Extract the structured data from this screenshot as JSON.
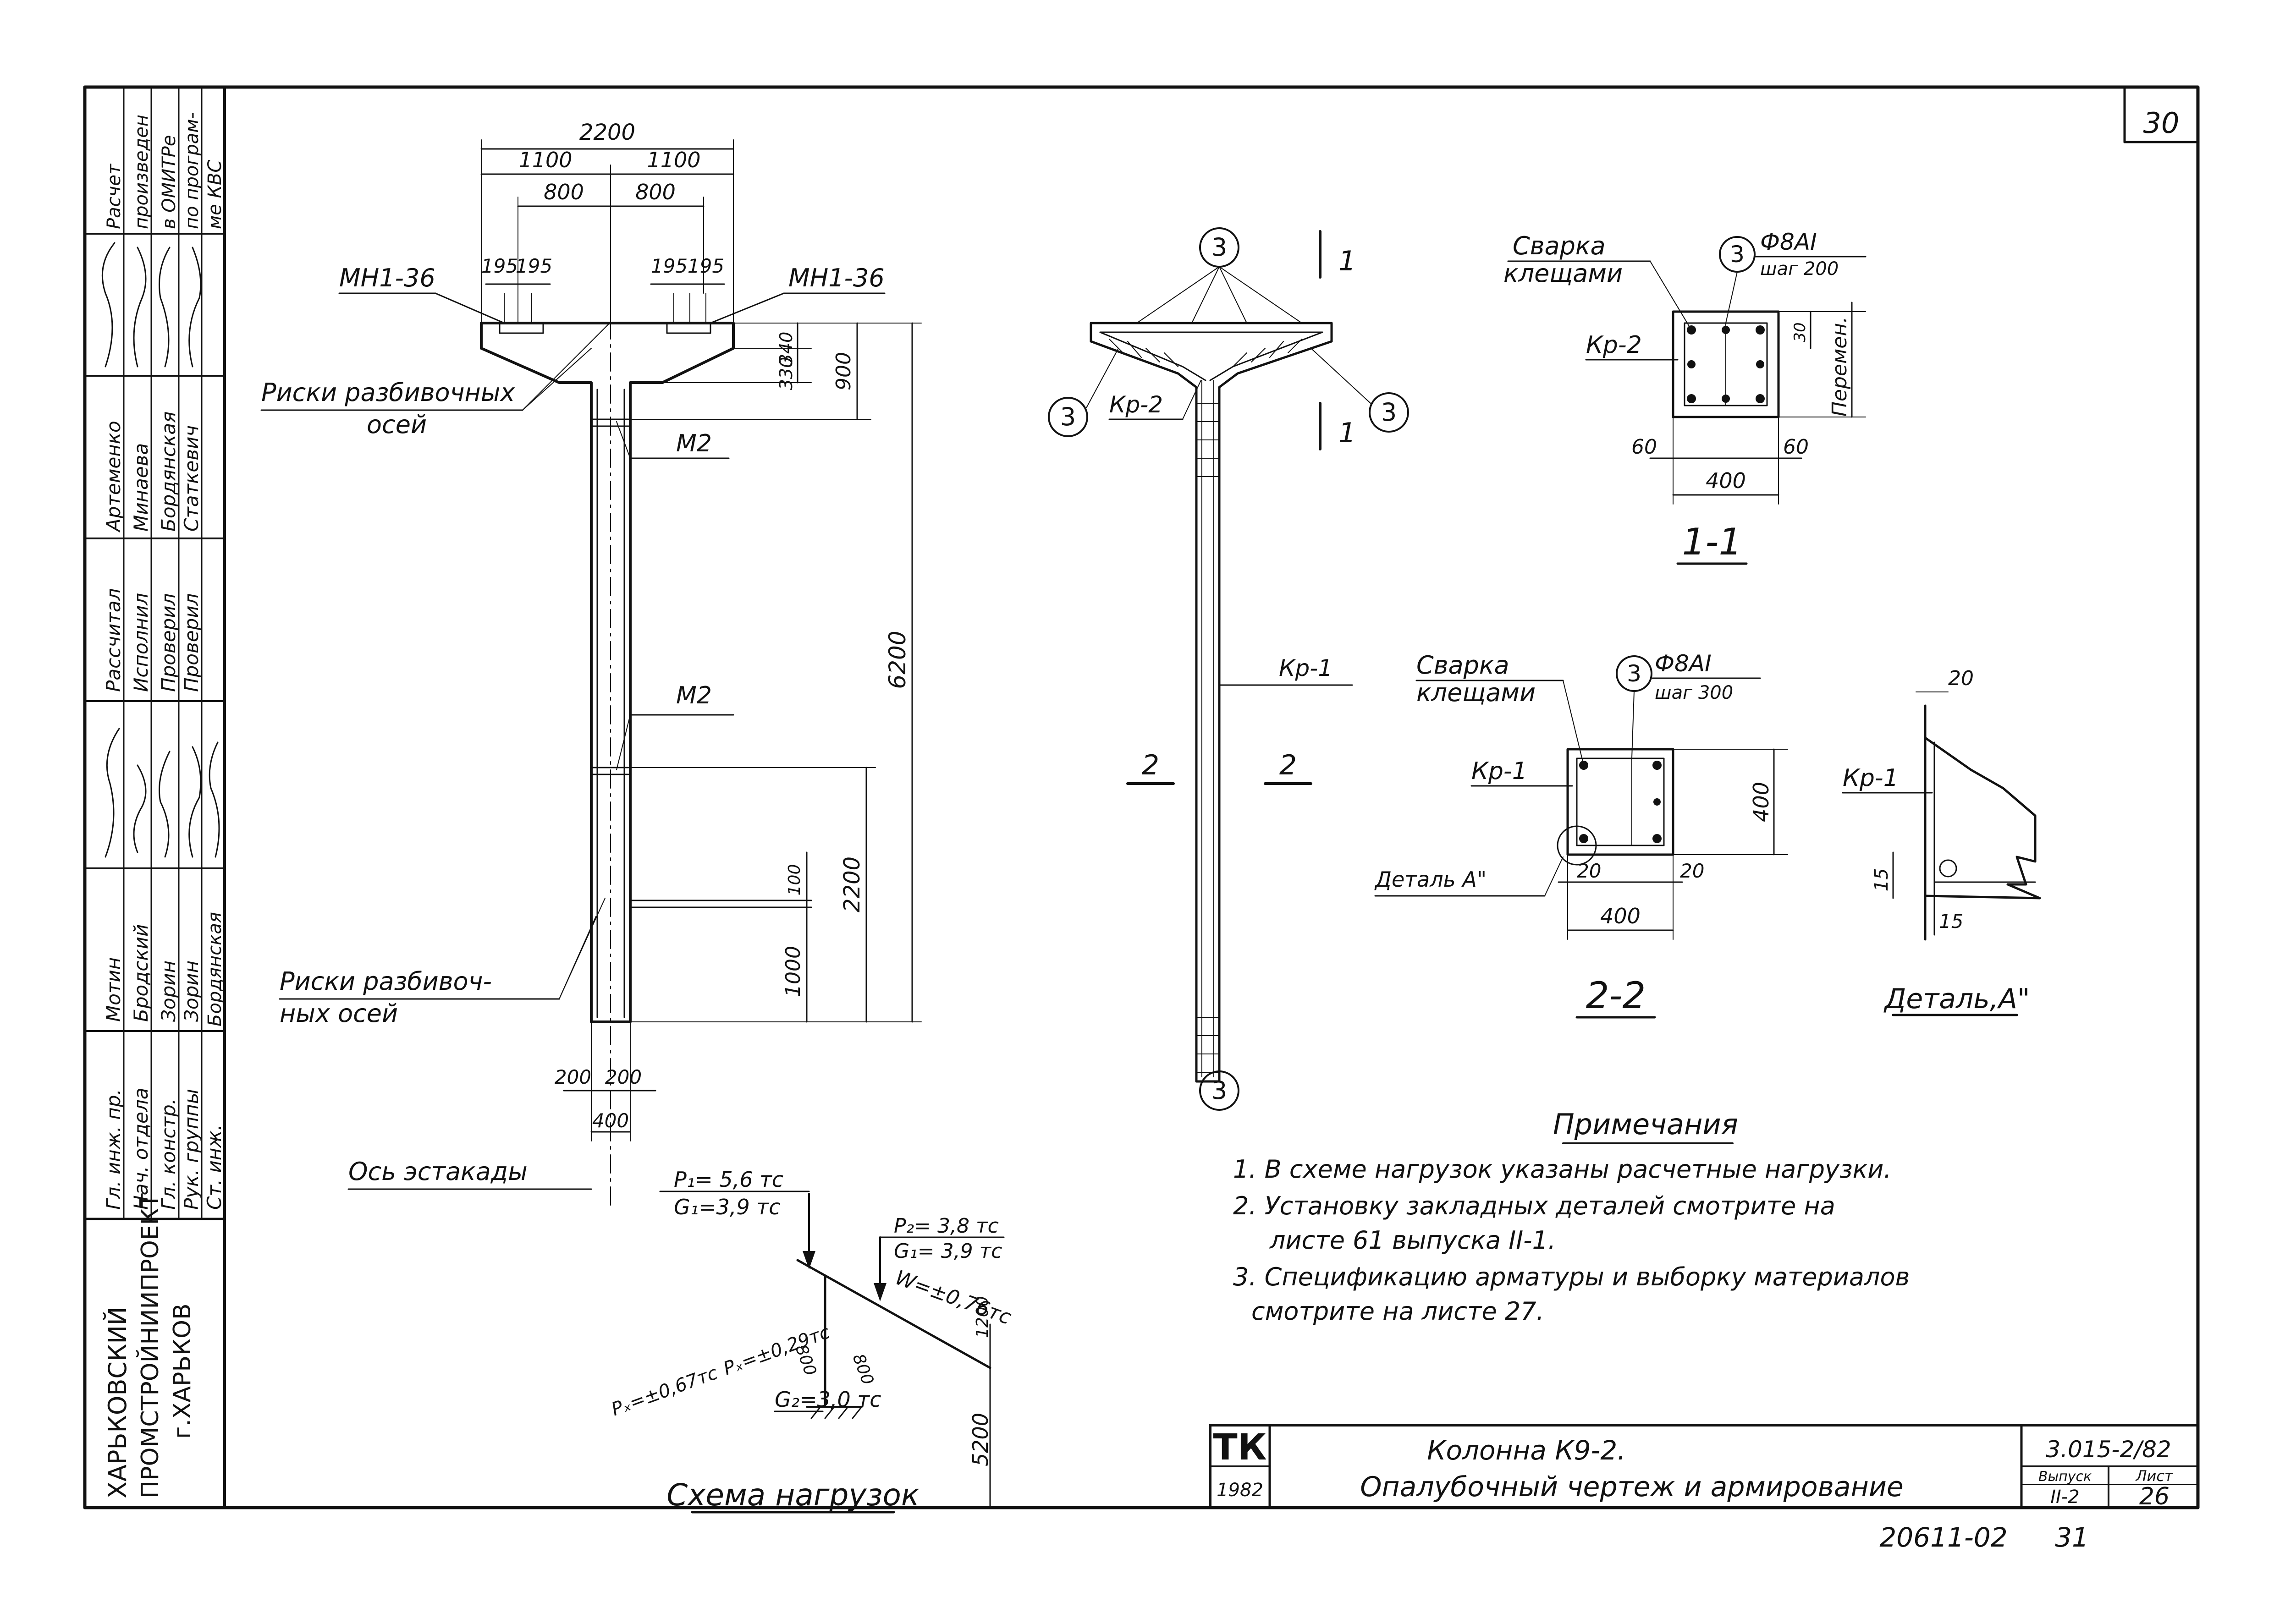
{
  "sheet_number": "30",
  "stamp": {
    "org_line1": "ХАРЬКОВСКИЙ",
    "org_line2": "ПРОМСТРОЙНИИПРОЕКТ",
    "org_line3": "г.ХАРЬКОВ",
    "positions": [
      "Гл. инж. пр.",
      "Нач. отдела",
      "Гл. констр.",
      "Рук. группы",
      "Ст. инж."
    ],
    "names": [
      "Мотин",
      "Бродский",
      "Зорин",
      "Зорин",
      "Бордянская"
    ],
    "roles": [
      "Рассчитал",
      "Исполнил",
      "Проверил",
      "Проверил"
    ],
    "role_names": [
      "Артеменко",
      "Минаева",
      "Бордянская",
      "Статкевич"
    ],
    "calc_note": [
      "Расчет",
      "произведен",
      "в ОМИТРе",
      "по програм-",
      "ме КВС"
    ]
  },
  "elevation": {
    "dims_top": [
      "2200",
      "1100",
      "1100",
      "800",
      "800",
      "195",
      "195",
      "195",
      "195"
    ],
    "dims_right": [
      "340",
      "330",
      "900",
      "6200",
      "2200",
      "100",
      "1000"
    ],
    "dims_bottom": [
      "200",
      "200",
      "400"
    ],
    "label_mi_left": "МН1-36",
    "label_mi_right": "МН1-36",
    "label_m2_top": "М2",
    "label_m2_mid": "М2",
    "label_riski_top_1": "Риски разбивочных",
    "label_riski_top_2": "осей",
    "label_riski_bot_1": "Риски разбивоч-",
    "label_riski_bot_2": "ных осей",
    "label_axis": "Ось эстакады"
  },
  "rebar_view": {
    "pos_mark": "3",
    "label_kr2": "Кр-2",
    "label_kr1": "Кр-1",
    "section_1": "1",
    "section_2": "2"
  },
  "section_11": {
    "weld_1": "Сварка",
    "weld_2": "клещами",
    "pos": "3",
    "bar_1": "Ф8АI",
    "bar_2": "шаг 200",
    "kr": "Кр-2",
    "dim_30": "30",
    "dim_var": "Перемен.",
    "dim_60a": "60",
    "dim_60b": "60",
    "dim_400": "400",
    "title": "1-1"
  },
  "section_22": {
    "weld_1": "Сварка",
    "weld_2": "клещами",
    "pos": "3",
    "bar_1": "Ф8АI",
    "bar_2": "шаг 300",
    "kr": "Кр-1",
    "dim_400v": "400",
    "dim_20a": "20",
    "dim_20b": "20",
    "dim_400": "400",
    "detail_ref": "Деталь А\"",
    "title": "2-2"
  },
  "detail_a": {
    "dim_20": "20",
    "kr": "Кр-1",
    "dim_15a": "15",
    "dim_15b": "15",
    "title": "Деталь,А\""
  },
  "loads": {
    "p1": "P₁= 5,6 тс",
    "g1_left": "G₁=3,9 тс",
    "p2": "P₂= 3,8 тс",
    "g1_right": "G₁= 3,9 тс",
    "w": "W=±0,76тс",
    "px1": "Pₓ=±0,67тс",
    "px2": "Pₓ=±0,29тс",
    "g2": "G₂=3,0 тс",
    "dim_800a": "800",
    "dim_800b": "800",
    "dim_1200": "1200",
    "dim_5200": "5200",
    "title": "Схема нагрузок"
  },
  "notes": {
    "title": "Примечания",
    "lines": [
      "1. В схеме нагрузок указаны расчетные нагрузки.",
      "2. Установку закладных деталей смотрите на",
      "листе 61 выпуска II-1.",
      "3. Спецификацию арматуры и выборку материалов",
      "смотрите на листе 27."
    ]
  },
  "title_block": {
    "logo": "ТК",
    "year": "1982",
    "title_1": "Колонна К9-2.",
    "title_2": "Опалубочный чертеж и армирование",
    "code": "3.015-2/82",
    "issue_label": "Выпуск",
    "issue": "II-2",
    "sheet_label": "Лист",
    "sheet": "26"
  },
  "bottom_ref": "20611-02",
  "bottom_page": "31"
}
